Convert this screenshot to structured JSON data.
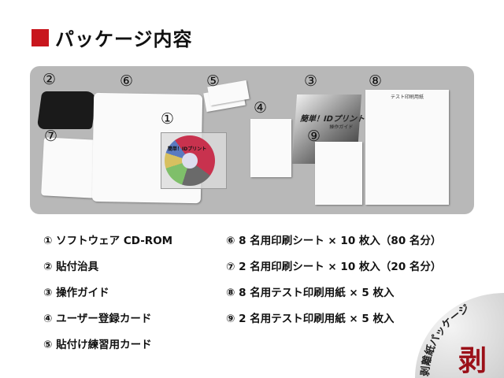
{
  "title": "パッケージ内容",
  "photo": {
    "labels": [
      "①",
      "②",
      "③",
      "④",
      "⑤",
      "⑥",
      "⑦",
      "⑧",
      "⑨"
    ],
    "cd_label": "簡単！IDプリント",
    "guide_title": "簡単！IDプリント",
    "guide_subtitle": "操作ガイド",
    "test_sheet_title": "テスト印刷用紙"
  },
  "contents_left": [
    "① ソフトウェア CD-ROM",
    "② 貼付治具",
    "③ 操作ガイド",
    "④ ユーザー登録カード",
    "⑤ 貼付け練習用カード"
  ],
  "contents_right": [
    "⑥ 8 名用印刷シート × 10 枚入（80 名分）",
    "⑦ 2 名用印刷シート × 10 枚入（20 名分）",
    "⑧ 8 名用テスト印刷用紙 × 5 枚入",
    "⑨ 2 名用テスト印刷用紙 × 5 枚入"
  ],
  "badge": {
    "arc_text": "剥離紙パッケージ",
    "glyph": "剥"
  },
  "colors": {
    "accent": "#c8161d",
    "panel": "#b8b8b8",
    "badge_glyph": "#9b1018"
  }
}
